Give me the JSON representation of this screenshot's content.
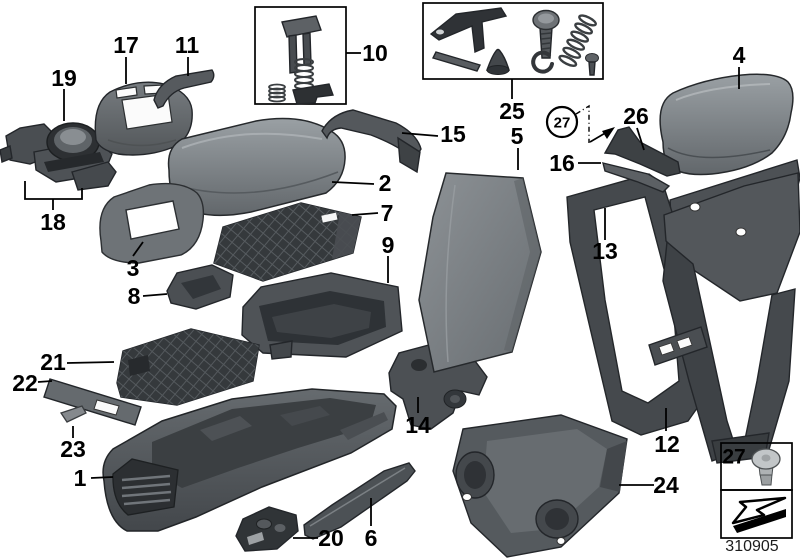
{
  "diagram": {
    "description": "exploded-parts-diagram-rear-seat-centre-armrest",
    "part_number_label": "310905",
    "callouts": {
      "c1": "1",
      "c2": "2",
      "c3": "3",
      "c4": "4",
      "c5": "5",
      "c6": "6",
      "c7": "7",
      "c8": "8",
      "c9": "9",
      "c10": "10",
      "c11": "11",
      "c12": "12",
      "c13": "13",
      "c14": "14",
      "c15": "15",
      "c16": "16",
      "c17": "17",
      "c18": "18",
      "c19": "19",
      "c20": "20",
      "c21": "21",
      "c22": "22",
      "c23": "23",
      "c24": "24",
      "c25": "25",
      "c26": "26",
      "c27": "27"
    },
    "legend": {
      "screw_ref": "27",
      "screw_icon_name": "oval-head-screw-icon",
      "arrow_icon_name": "direction-arrow-icon"
    },
    "colors": {
      "background": "#ffffff",
      "line": "#000000",
      "part_dark": "#3c4043",
      "part_mid": "#5b6064",
      "part_light": "#8d9296"
    }
  }
}
